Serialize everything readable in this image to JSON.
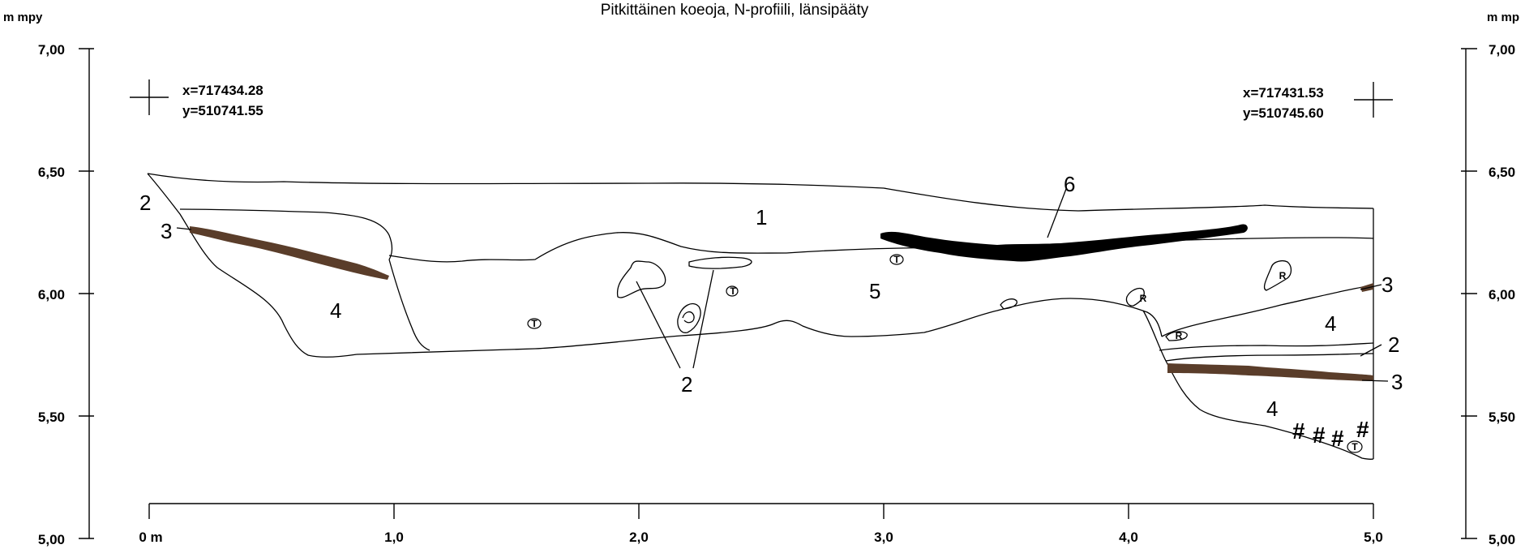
{
  "title": "Pitkittäinen koeoja, N-profiili, länsipääty",
  "y_unit_left": "m mpy",
  "y_unit_right": "m mp",
  "y_ticks": [
    "7,00",
    "6,50",
    "6,00",
    "5,50",
    "5,00"
  ],
  "x_ticks": [
    "0 m",
    "1,0",
    "2,0",
    "3,0",
    "4,0",
    "5,0"
  ],
  "coords": {
    "left": {
      "x": "x=717434.28",
      "y": "y=510741.55"
    },
    "right": {
      "x": "x=717431.53",
      "y": "y=510745.60"
    }
  },
  "layer_labels": {
    "l1": "1",
    "l2_left": "2",
    "l2_mid": "2",
    "l2_right": "2",
    "l3_left": "3",
    "l3_right_upper": "3",
    "l3_right_lower": "3",
    "l4_left": "4",
    "l4_right_mid": "4",
    "l4_right_low": "4",
    "l5": "5",
    "l6": "6"
  },
  "find_marks": {
    "t": "T",
    "r": "R",
    "hash": "#"
  },
  "colors": {
    "line": "#000000",
    "charcoal_layer": "#5a3d2a",
    "black_layer": "#000000"
  }
}
